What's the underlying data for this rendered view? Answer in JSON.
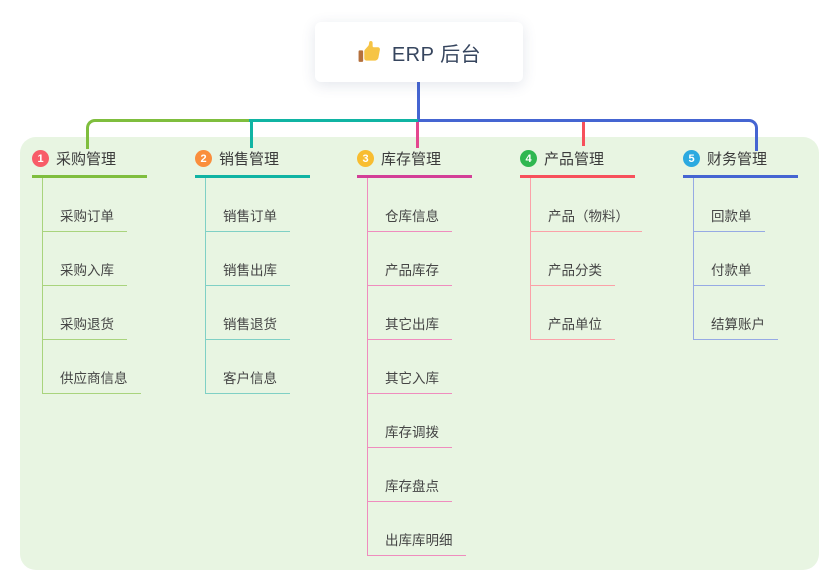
{
  "root": {
    "label": "ERP 后台",
    "icon": "thumbs-up-icon"
  },
  "colors": {
    "panel_bg": "#e8f5e2",
    "stem_blue": "#4565d2",
    "bus_green": "#7fbe3e",
    "bus_teal": "#10b4a3",
    "bus_blue": "#4565d2",
    "drop_teal": "#10b4a3",
    "drop_pink": "#e4478f",
    "drop_red": "#f7505b",
    "thumb_yellow": "#f6c445",
    "thumb_cuff": "#b5703c"
  },
  "branches": [
    {
      "num": "1",
      "label": "采购管理",
      "badge_color": "#f85c68",
      "line_color": "#7fbe3e",
      "child_line_color": "#a9d47d",
      "children": [
        "采购订单",
        "采购入库",
        "采购退货",
        "供应商信息"
      ]
    },
    {
      "num": "2",
      "label": "销售管理",
      "badge_color": "#fa8e3c",
      "line_color": "#10b4a3",
      "child_line_color": "#7fd0c5",
      "children": [
        "销售订单",
        "销售出库",
        "销售退货",
        "客户信息"
      ]
    },
    {
      "num": "3",
      "label": "库存管理",
      "badge_color": "#f8bd30",
      "line_color": "#d33f97",
      "child_line_color": "#ef8cbe",
      "children": [
        "仓库信息",
        "产品库存",
        "其它出库",
        "其它入库",
        "库存调拨",
        "库存盘点",
        "出库库明细"
      ]
    },
    {
      "num": "4",
      "label": "产品管理",
      "badge_color": "#2fb750",
      "line_color": "#f7505b",
      "child_line_color": "#fba1a8",
      "children": [
        "产品（物料）",
        "产品分类",
        "产品单位"
      ]
    },
    {
      "num": "5",
      "label": "财务管理",
      "badge_color": "#2ba9e0",
      "line_color": "#4565d2",
      "child_line_color": "#96aae4",
      "children": [
        "回款单",
        "付款单",
        "结算账户"
      ]
    }
  ]
}
